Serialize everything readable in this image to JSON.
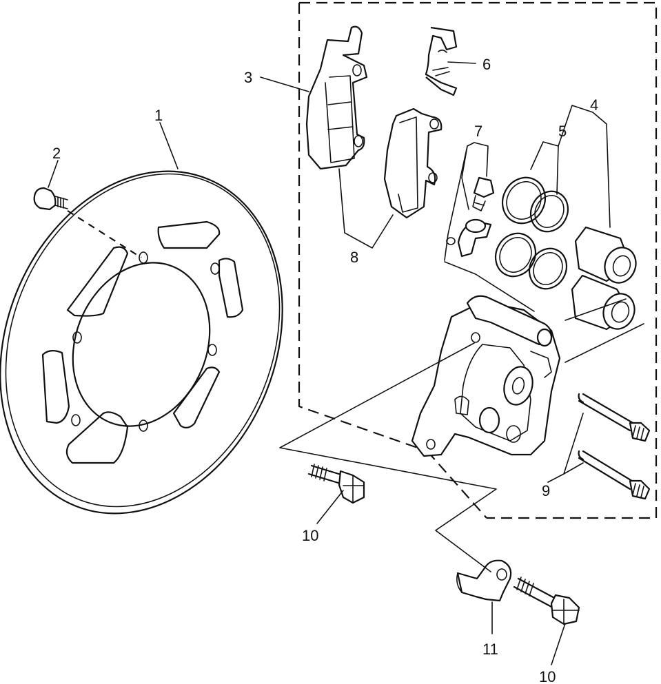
{
  "labels": {
    "disc": "1",
    "disc_screw": "2",
    "pad_set": "3",
    "piston_kit": "4",
    "seal_kit": "5",
    "pad_spring": "6",
    "bleed_screw": "7",
    "pads": "8",
    "pad_pins": "9",
    "bolt_left": "10",
    "bolt_bottom": "10",
    "bracket": "11"
  },
  "colors": {
    "ink": "#111111",
    "paper": "#ffffff"
  }
}
